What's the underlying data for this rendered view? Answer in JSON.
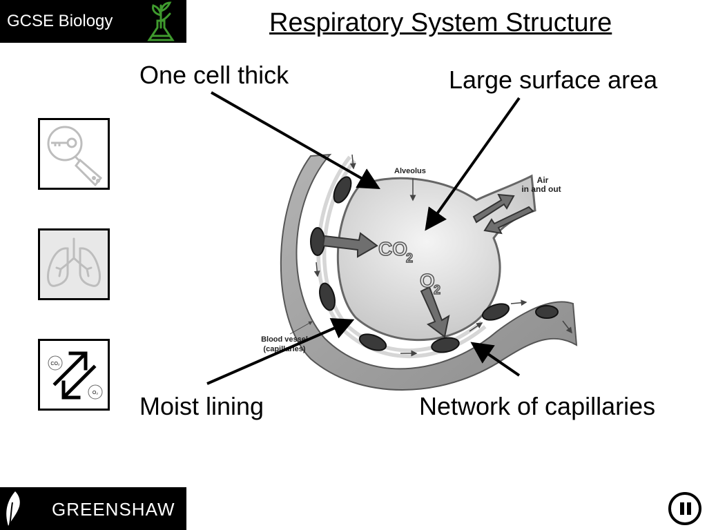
{
  "header": {
    "badge_text": "GCSE Biology",
    "title": "Respiratory System Structure"
  },
  "labels": {
    "one_cell_thick": "One cell thick",
    "large_surface_area": "Large surface area",
    "moist_lining": "Moist lining",
    "network_of_capillaries": "Network of capillaries"
  },
  "diagram": {
    "alveolus": "Alveolus",
    "air_line1": "Air",
    "air_line2": "in and out",
    "blood_vessel_line1": "Blood vessel",
    "blood_vessel_line2": "(capillaries)",
    "co2_base": "CO",
    "co2_sub": "2",
    "o2_base": "O",
    "o2_sub": "2"
  },
  "side_icons": {
    "gas_co2": "CO₂",
    "gas_o2": "O₂",
    "icons": [
      "magnifier-key-icon",
      "lungs-icon",
      "gas-exchange-icon"
    ]
  },
  "footer": {
    "school": "GREENSHAW"
  },
  "colors": {
    "accent_green": "#3f9a2e",
    "badge_bg": "#000000"
  }
}
